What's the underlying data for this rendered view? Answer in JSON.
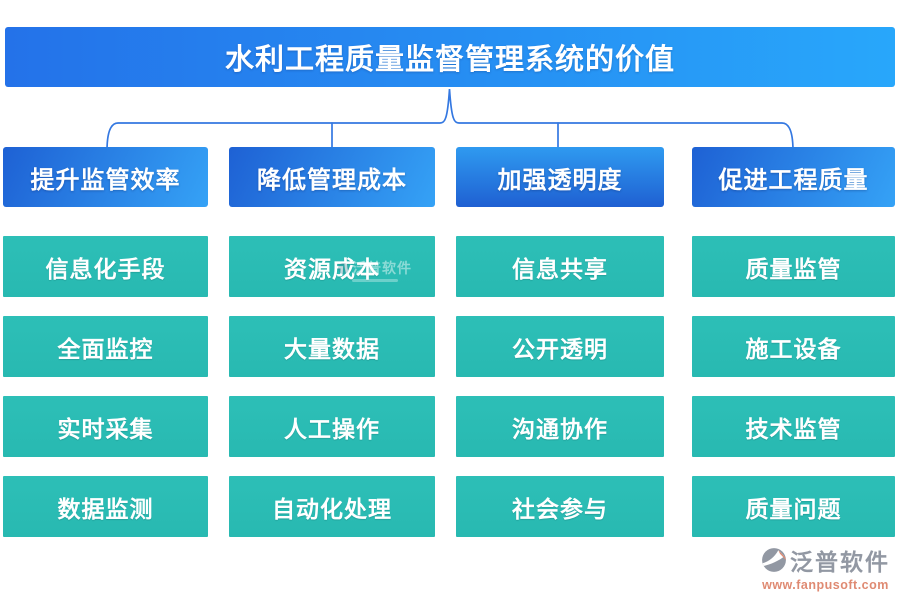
{
  "title": "水利工程质量监督管理系统的价值",
  "columns": [
    {
      "header": "提升监管效率",
      "items": [
        "信息化手段",
        "全面监控",
        "实时采集",
        "数据监测"
      ]
    },
    {
      "header": "降低管理成本",
      "items": [
        "资源成本",
        "大量数据",
        "人工操作",
        "自动化处理"
      ]
    },
    {
      "header": "加强透明度",
      "items": [
        "信息共享",
        "公开透明",
        "沟通协作",
        "社会参与"
      ]
    },
    {
      "header": "促进工程质量",
      "items": [
        "质量监管",
        "施工设备",
        "技术监管",
        "质量问题"
      ]
    }
  ],
  "watermark": {
    "text": "泛普软件"
  },
  "footer": {
    "brand": "泛普软件",
    "url": "www.fanpusoft.com"
  },
  "icons": {
    "brand_logo": "fanpu-circle-swoosh-logo"
  },
  "colors": {
    "banner_gradient_start": "#2472e9",
    "banner_gradient_end": "#28a7fb",
    "header_gradient_start": "#1e61d4",
    "header_gradient_end": "#35a2f6",
    "item_teal": "#2abcb4",
    "connector_blue": "#3478e1",
    "brand_gray": "#9298a3",
    "url_coral": "#df8a72"
  }
}
